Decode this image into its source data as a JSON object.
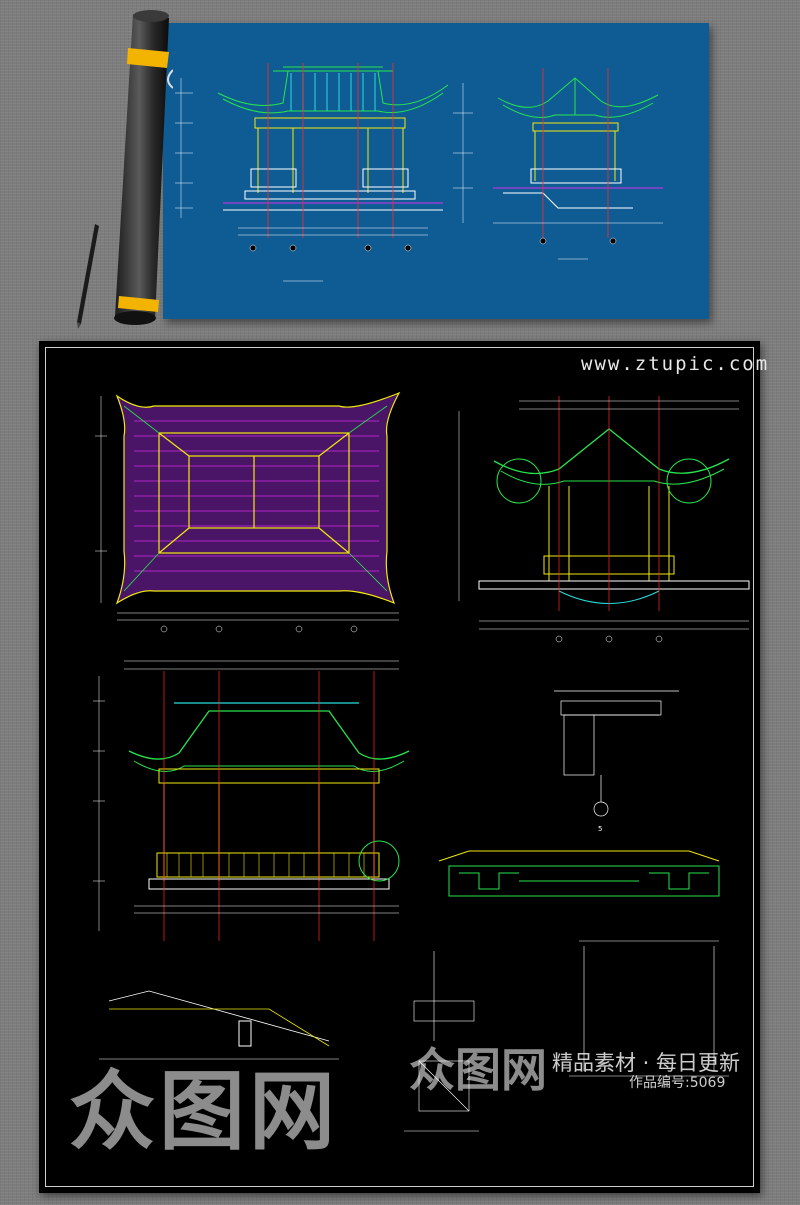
{
  "watermark": {
    "url": "www.ztupic.com",
    "brand_large": "众图网",
    "brand_mid": "众图网",
    "tagline": "精品素材 · 每日更新",
    "work_number": "作品编号:5069"
  },
  "colors": {
    "blue_sheet": "#0f5c94",
    "black_sheet": "#000000",
    "cad_green": "#27e34d",
    "cad_yellow": "#f2e90e",
    "cad_magenta": "#d62fe8",
    "cad_cyan": "#28dcdc",
    "cad_red": "#ff2828"
  },
  "drawings": {
    "detail_marker": "5"
  }
}
